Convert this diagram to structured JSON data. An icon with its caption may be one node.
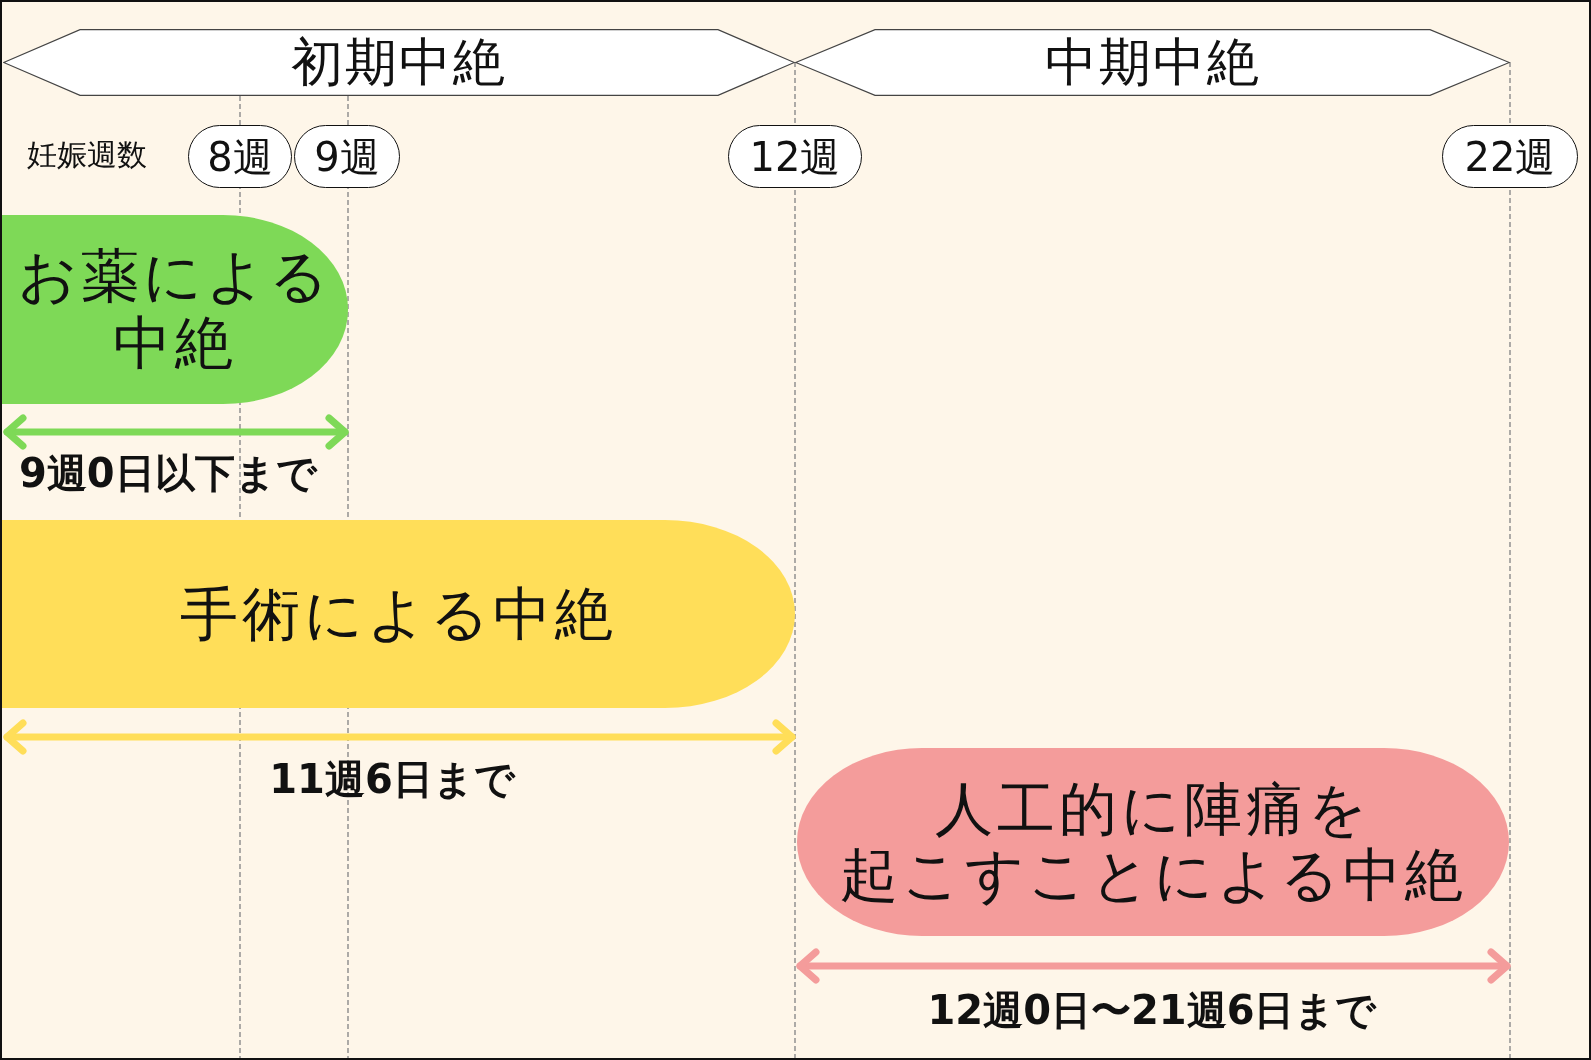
{
  "diagram": {
    "nodes": [
      {
        "text": [
          "初期中絶"
        ]
      },
      {
        "text": [
          "中期中絶"
        ]
      },
      {
        "text": [
          "8週"
        ]
      },
      {
        "text": [
          "9週"
        ]
      },
      {
        "text": [
          "12週"
        ]
      },
      {
        "text": [
          "22週"
        ]
      },
      {
        "text": [
          "お薬による中絶"
        ]
      },
      {
        "text": [
          "手術による中絶"
        ]
      },
      {
        "text": [
          "人工的に陣痛を起こすことによる中絶"
        ]
      }
    ],
    "labels": [
      "妊娠週数",
      "9週0日以下まで",
      "11週6日まで",
      "12週0日〜21週6日まで"
    ]
  }
}
